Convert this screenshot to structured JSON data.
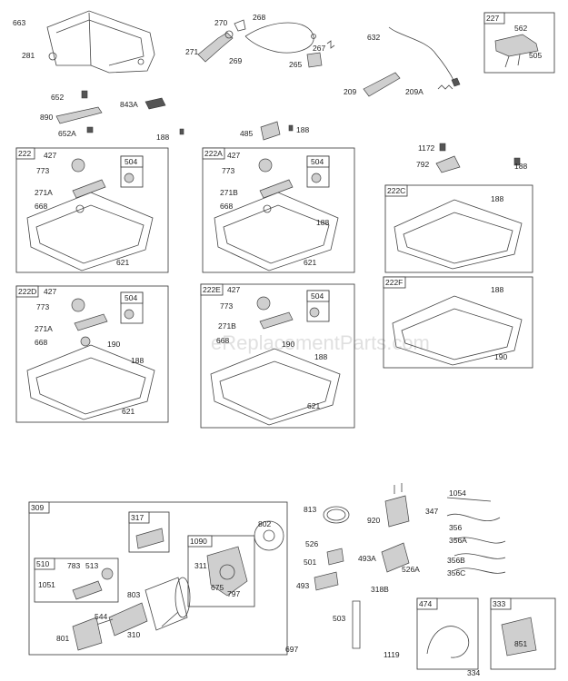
{
  "watermark": "eReplacementParts.com",
  "group_boxes": [
    {
      "id": "222"
    },
    {
      "id": "222A"
    },
    {
      "id": "222C"
    },
    {
      "id": "222D"
    },
    {
      "id": "222E"
    },
    {
      "id": "222F"
    },
    {
      "id": "227"
    },
    {
      "id": "309"
    },
    {
      "id": "317"
    },
    {
      "id": "1090"
    },
    {
      "id": "510"
    },
    {
      "id": "474"
    },
    {
      "id": "333"
    }
  ],
  "sub_boxes": [
    {
      "id": "504",
      "in": "222"
    },
    {
      "id": "504",
      "in": "222A"
    },
    {
      "id": "504",
      "in": "222D"
    },
    {
      "id": "504",
      "in": "222E"
    }
  ],
  "part_labels": [
    "663",
    "281",
    "270",
    "268",
    "271",
    "269",
    "267",
    "265",
    "632",
    "562",
    "505",
    "209",
    "209A",
    "652",
    "843A",
    "890",
    "652A",
    "188",
    "485",
    "188",
    "1172",
    "792",
    "188",
    "427",
    "773",
    "271A",
    "668",
    "621",
    "427",
    "773",
    "271B",
    "668",
    "188",
    "621",
    "188",
    "427",
    "773",
    "271A",
    "668",
    "190",
    "188",
    "621",
    "427",
    "773",
    "271B",
    "668",
    "190",
    "188",
    "621",
    "188",
    "190",
    "813",
    "920",
    "1054",
    "347",
    "356",
    "356A",
    "356B",
    "356C",
    "802",
    "526",
    "501",
    "493A",
    "526A",
    "493",
    "318B",
    "311",
    "675",
    "797",
    "783",
    "513",
    "1051",
    "803",
    "544",
    "801",
    "310",
    "503",
    "697",
    "1119",
    "851",
    "334"
  ]
}
